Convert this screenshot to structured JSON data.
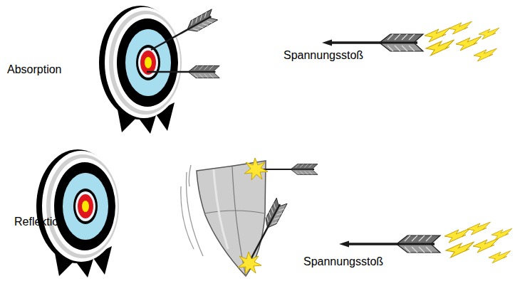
{
  "diagram": {
    "labels": [
      "Absorption",
      "Spannungsstoß",
      "Reflektion",
      "Spannungsstoß"
    ]
  }
}
